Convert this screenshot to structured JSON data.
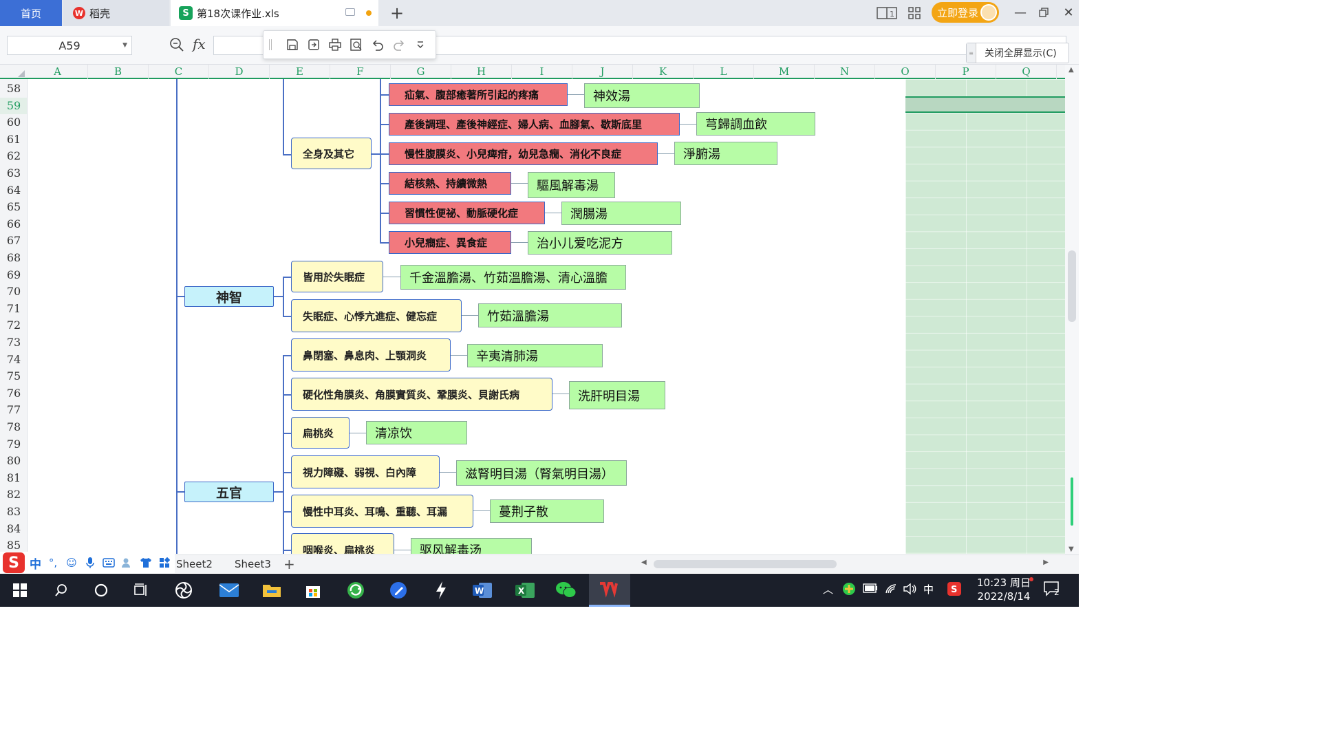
{
  "tabs": {
    "home": "首页",
    "daoke": "稻壳",
    "file": "第18次课作业.xls",
    "login": "立即登录"
  },
  "formula_bar": {
    "cell_ref": "A59",
    "fx": "fx",
    "exit_fullscreen": "关闭全屏显示(C)"
  },
  "columns": [
    "A",
    "B",
    "C",
    "D",
    "E",
    "F",
    "G",
    "H",
    "I",
    "J",
    "K",
    "L",
    "M",
    "N",
    "O",
    "P",
    "Q"
  ],
  "rows": [
    "58",
    "59",
    "60",
    "61",
    "62",
    "63",
    "64",
    "65",
    "66",
    "67",
    "68",
    "69",
    "70",
    "71",
    "72",
    "73",
    "74",
    "75",
    "76",
    "77",
    "78",
    "79",
    "80",
    "81",
    "82",
    "83",
    "84",
    "85"
  ],
  "active_row": "59",
  "mindmap": {
    "roots": [
      "神智",
      "五官"
    ],
    "categories": [
      "全身及其它",
      "皆用於失眠症",
      "失眠症、心悸亢進症、健忘症",
      "鼻閉塞、鼻息肉、上顎洞炎",
      "硬化性角膜炎、角膜實質炎、鞏膜炎、貝謝氏病",
      "扁桃炎",
      "視力障礙、弱視、白內障",
      "慢性中耳炎、耳鳴、重聽、耳漏",
      "咽喉炎、扁桃炎"
    ],
    "symptoms": [
      "疝氣、腹部癒著所引起的疼痛",
      "產後調理、產後神經症、婦人病、血腳氣、歇斯底里",
      "慢性腹膜炎、小兒痺疳，幼兒急癇、消化不良症",
      "結核熱、持續微熱",
      "習慣性便祕、動脈硬化症",
      "小兒癎症、異食症"
    ],
    "remedies": [
      "神效湯",
      "芎歸調血飲",
      "淨腑湯",
      "驅風解毒湯",
      "潤腸湯",
      "治小儿爱吃泥方",
      "千金溫膽湯、竹茹溫膽湯、清心溫膽",
      "竹茹溫膽湯",
      "辛夷清肺湯",
      "洗肝明目湯",
      "清凉饮",
      "滋腎明目湯（腎氣明目湯）",
      "蔓荆子散",
      "驱风解毒汤"
    ]
  },
  "sheets": [
    "Sheet2",
    "Sheet3"
  ],
  "ime": {
    "zh": "中",
    "punct": "°,"
  },
  "tray": {
    "lang": "中",
    "time": "10:23 周日",
    "date": "2022/8/14",
    "notifications": "2"
  },
  "colors": {
    "accent": "#1f9b5f",
    "tab_home": "#3c6fd6",
    "login": "#f3a514",
    "symptom": "#f2797e",
    "remedy": "#b7fca6",
    "category": "#fffbc8",
    "root": "#c6f2fb"
  }
}
